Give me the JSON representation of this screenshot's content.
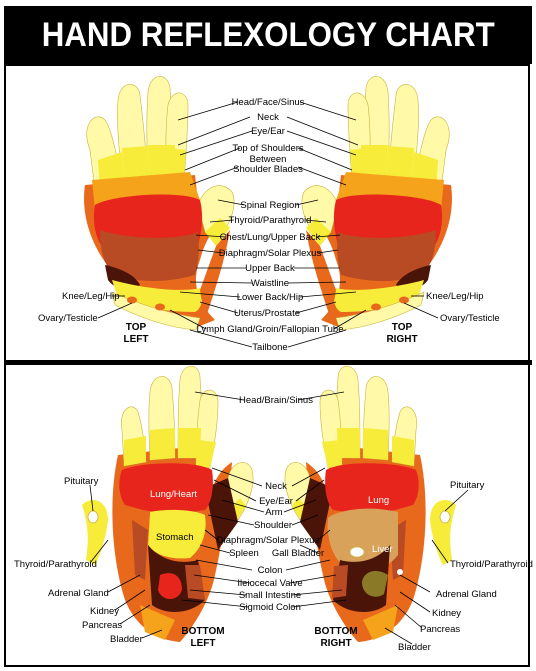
{
  "title": "HAND REFLEXOLOGY CHART",
  "colors": {
    "pale_yellow": "#fff9a8",
    "yellow": "#f7ec3a",
    "orange": "#f5a31a",
    "deep_orange": "#e8691c",
    "red": "#e8251c",
    "rust": "#b84a24",
    "dark_brown": "#4a1408",
    "olive": "#8a7a28",
    "tan": "#d9a25a"
  },
  "top": {
    "center_labels": [
      "Head/Face/Sinus",
      "Neck",
      "Eye/Ear",
      "Top of Shoulders",
      "Between",
      "Shoulder Blades",
      "Spinal Region",
      "Thyroid/Parathyroid",
      "Chest/Lung/Upper Back",
      "Diaphragm/Solar Plexus",
      "Upper Back",
      "Waistline",
      "Lower Back/Hip",
      "Uterus/Prostate",
      "Lymph Gland/Groin/Fallopian Tube",
      "Tailbone"
    ],
    "left_side": [
      "Knee/Leg/Hip",
      "Ovary/Testicle"
    ],
    "right_side": [
      "Knee/Leg/Hip",
      "Ovary/Testicle"
    ],
    "left_caption": [
      "TOP",
      "LEFT"
    ],
    "right_caption": [
      "TOP",
      "RIGHT"
    ]
  },
  "bottom": {
    "top_label": "Head/Brain/Sinus",
    "center_labels": [
      "Neck",
      "Eye/Ear",
      "Arm",
      "Shoulder",
      "Diaphragm/Solar Plexus",
      "Spleen",
      "Gall Bladder",
      "Colon",
      "Ileiocecal Valve",
      "Small Intestine",
      "Sigmoid Colon"
    ],
    "left_side": [
      "Pituitary",
      "Thyroid/Parathyroid",
      "Adrenal Gland",
      "Kidney",
      "Pancreas",
      "Bladder"
    ],
    "right_side": [
      "Pituitary",
      "Thyroid/Parathyroid",
      "Adrenal Gland",
      "Kidney",
      "Pancreas",
      "Bladder"
    ],
    "in_hand_left": [
      "Lung/Heart",
      "Stomach"
    ],
    "in_hand_right": [
      "Lung",
      "Liver"
    ],
    "left_caption": [
      "BOTTOM",
      "LEFT"
    ],
    "right_caption": [
      "BOTTOM",
      "RIGHT"
    ]
  }
}
